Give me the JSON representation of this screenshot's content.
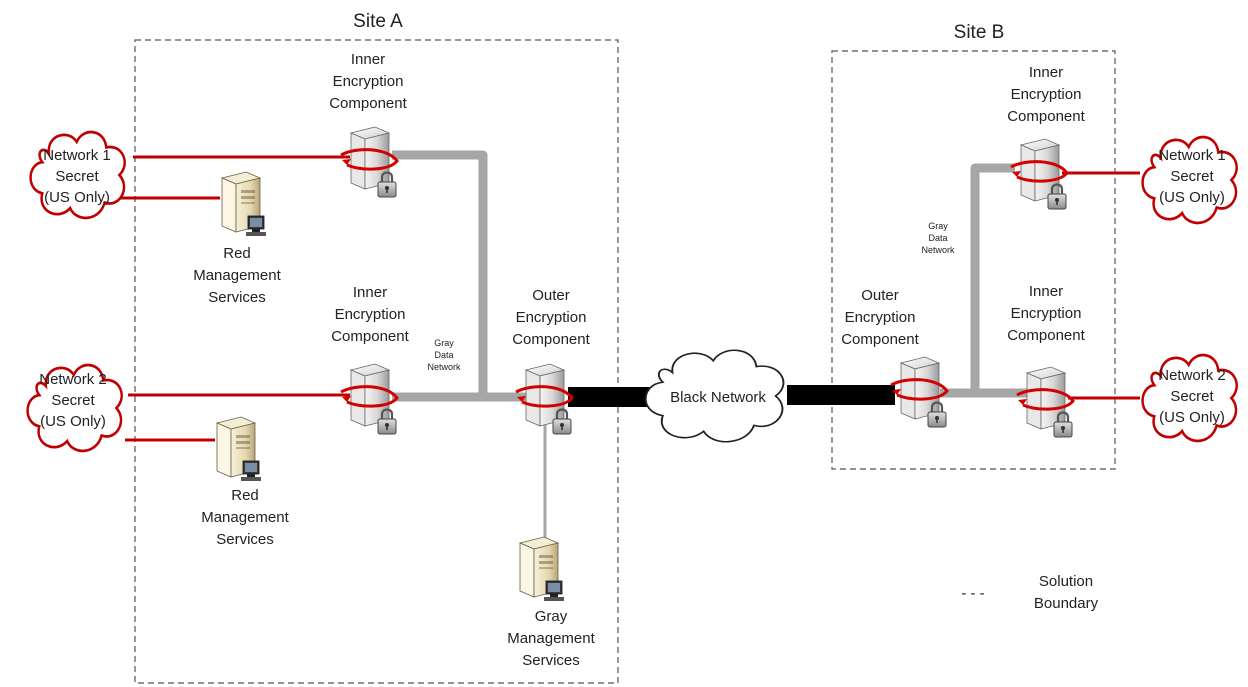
{
  "sites": {
    "a": {
      "label": "Site A"
    },
    "b": {
      "label": "Site B"
    }
  },
  "components": {
    "inner_a1": [
      "Inner",
      "Encryption",
      "Component"
    ],
    "inner_a2": [
      "Inner",
      "Encryption",
      "Component"
    ],
    "outer_a": [
      "Outer",
      "Encryption",
      "Component"
    ],
    "inner_b1": [
      "Inner",
      "Encryption",
      "Component"
    ],
    "inner_b2": [
      "Inner",
      "Encryption",
      "Component"
    ],
    "outer_b": [
      "Outer",
      "Encryption",
      "Component"
    ]
  },
  "services": {
    "red_1": [
      "Red",
      "Management",
      "Services"
    ],
    "red_2": [
      "Red",
      "Management",
      "Services"
    ],
    "gray": [
      "Gray",
      "Management",
      "Services"
    ]
  },
  "networks": {
    "n1_left": [
      "Network 1",
      "Secret",
      "(US Only)"
    ],
    "n2_left": [
      "Network 2",
      "Secret",
      "(US Only)"
    ],
    "n1_right": [
      "Network 1",
      "Secret",
      "(US Only)"
    ],
    "n2_right": [
      "Network 2",
      "Secret",
      "(US Only)"
    ],
    "black": "Black Network"
  },
  "gray_data_network": {
    "a": [
      "Gray",
      "Data",
      "Network"
    ],
    "b": [
      "Gray",
      "Data",
      "Network"
    ]
  },
  "legend": {
    "line_symbol": "- - -",
    "label": [
      "Solution",
      "Boundary"
    ]
  },
  "colors": {
    "red_link": "#c00000",
    "gray_link": "#a6a6a6",
    "black_link": "#000000",
    "boundary": "#555555"
  }
}
